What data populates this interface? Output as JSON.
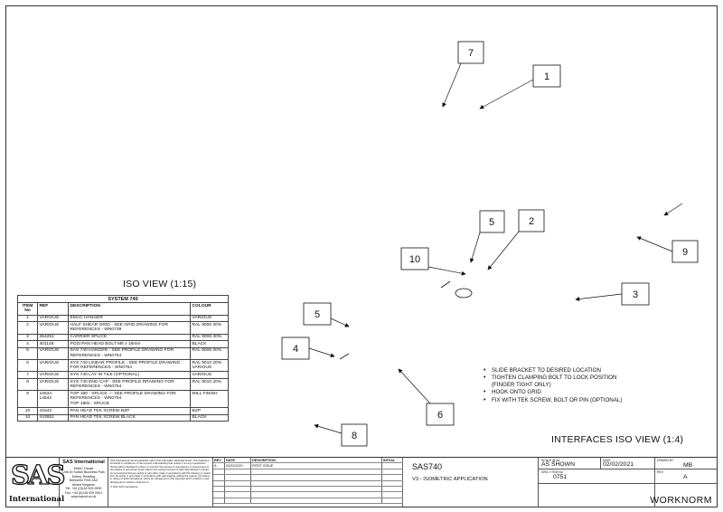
{
  "views": {
    "iso_title": "ISO VIEW  (1:15)",
    "interfaces_title": "INTERFACES ISO VIEW  (1:4)"
  },
  "callouts": {
    "n1": "1",
    "n2": "2",
    "n3": "3",
    "n4": "4",
    "n5a": "5",
    "n5b": "5",
    "n6": "6",
    "n7": "7",
    "n8": "8",
    "n9": "9",
    "n10": "10"
  },
  "bom": {
    "caption": "SYSTEM 740",
    "headers": [
      "ITEM No",
      "REF",
      "DESCRIPTION",
      "COLOUR"
    ],
    "rows": [
      {
        "no": "1",
        "ref": "VARIOUS",
        "desc": "EMAC HANGER",
        "colour": "VARIOUS"
      },
      {
        "no": "2",
        "ref": "VARIOUS",
        "desc": "HALF SHEAR GRID - SEE GRID DRAWING FOR REFERENCES - WN0739",
        "colour": "RAL 9006 30%"
      },
      {
        "no": "3",
        "ref": "364251",
        "desc": "CARRIER SPLICE",
        "colour": "RAL 9006 30%"
      },
      {
        "no": "4",
        "ref": "401148",
        "desc": "POZI PAN HEAD BOLT M6 x 16mm",
        "colour": "BLACK"
      },
      {
        "no": "5",
        "ref": "VARIOUS",
        "desc": "SAS 740 HANGER - SEE PROFILE DRAWING FOR REFERENCES - WN0754",
        "colour": "RAL 9006 30%"
      },
      {
        "no": "6",
        "ref": "VARIOUS",
        "desc": "SYS 740 LINEAR PROFILE - SEE PROFILE DRAWING FOR REFERENCES - WN0754",
        "colour": "RAL 9010 20%",
        "colour2": "VARIOUS"
      },
      {
        "no": "7",
        "ref": "VARIOUS",
        "desc": "SYS 740 LAY IN TILE (OPTIONAL)",
        "colour": "VARIOUS"
      },
      {
        "no": "8",
        "ref": "VARIOUS",
        "desc": "SYS 740 END CAP - SEE PROFILE DRAWING FOR REFERENCES - WN0754",
        "colour": "RAL 9010 20%"
      },
      {
        "no": "10",
        "ref": "41543",
        "desc": "PAN HEAD TEK SCREW BZP",
        "colour": "BZP"
      },
      {
        "no": "10",
        "ref": "443651",
        "desc": "PAN HEAD TEK SCREW BLACK",
        "colour": "BLACK"
      }
    ],
    "row9": {
      "no": "9",
      "ref_a": "10534",
      "desc_a": "TOP 180 - SPLICE",
      "ref_b": "14542",
      "desc_b": "TOP 180s - SPLICE",
      "desc_note": "SEE PROFILE DRAWING FOR REFERENCES - WN0754",
      "colour": "MILL FINISH"
    }
  },
  "notes": [
    "SLIDE BRACKET TO DESIRED LOCATION",
    "TIGHTEN CLAMPING BOLT TO LOCK POSITION (FINGER TIGHT ONLY)",
    "HOOK ONTO GRID",
    "FIX WITH TEK SCREW, BOLT OR PIN  (OPTIONAL)"
  ],
  "title_block": {
    "logo_big": "SAS",
    "logo_small": "International",
    "company": "SAS International",
    "address": [
      "EMAC House",
      "Unit 2b Sutton Business Park",
      "Earley, Reading",
      "Berkshire RG6 1AZ",
      "United Kingdom",
      "Tel: +44 (0)118 929 0900",
      "Fax: +44 (0)118 929 0901",
      "www.sasint.co.uk"
    ],
    "disclaimer": "SAS International cannot guarantee right of the information disclosed herein. This drawing is furnished in confidence on the express understanding that neither it nor any reproduction thereof will be disclosed to others or used for the purpose of manufacture or procurement of the articles or part shown herein without the express consent of SAS International. It should be remembered that any article or part either made in accordance with this drawing or copied from an article or part made in accordance with said drawing, without the express permission in writing of SAS International, will be an infringement of the copyright which subsists in said drawing and in articles made from it.",
    "copyright": "© 2021 SAS International",
    "rev_headers": [
      "REV",
      "DATE",
      "DESCRIPTION",
      "INITIAL"
    ],
    "rev_row": {
      "rev": "A",
      "date": "02/02/2021",
      "desc": "FIRST ISSUE",
      "initial": ""
    },
    "drawing_code": "SAS740",
    "drawing_title": "V3 - ISOMETRIC APPLICATION",
    "scale_label": "SCALE @ A3",
    "scale_value": "AS SHOWN",
    "date_label": "DATE",
    "date_value": "02/02/2021",
    "drawn_label": "DRAWN BY",
    "drawn_value": "MB",
    "dwg_label": "DRG / ITEM No",
    "dwg_value": "0751",
    "rev_label": "REV",
    "rev_value": "A",
    "brand": "WORKNORM"
  }
}
